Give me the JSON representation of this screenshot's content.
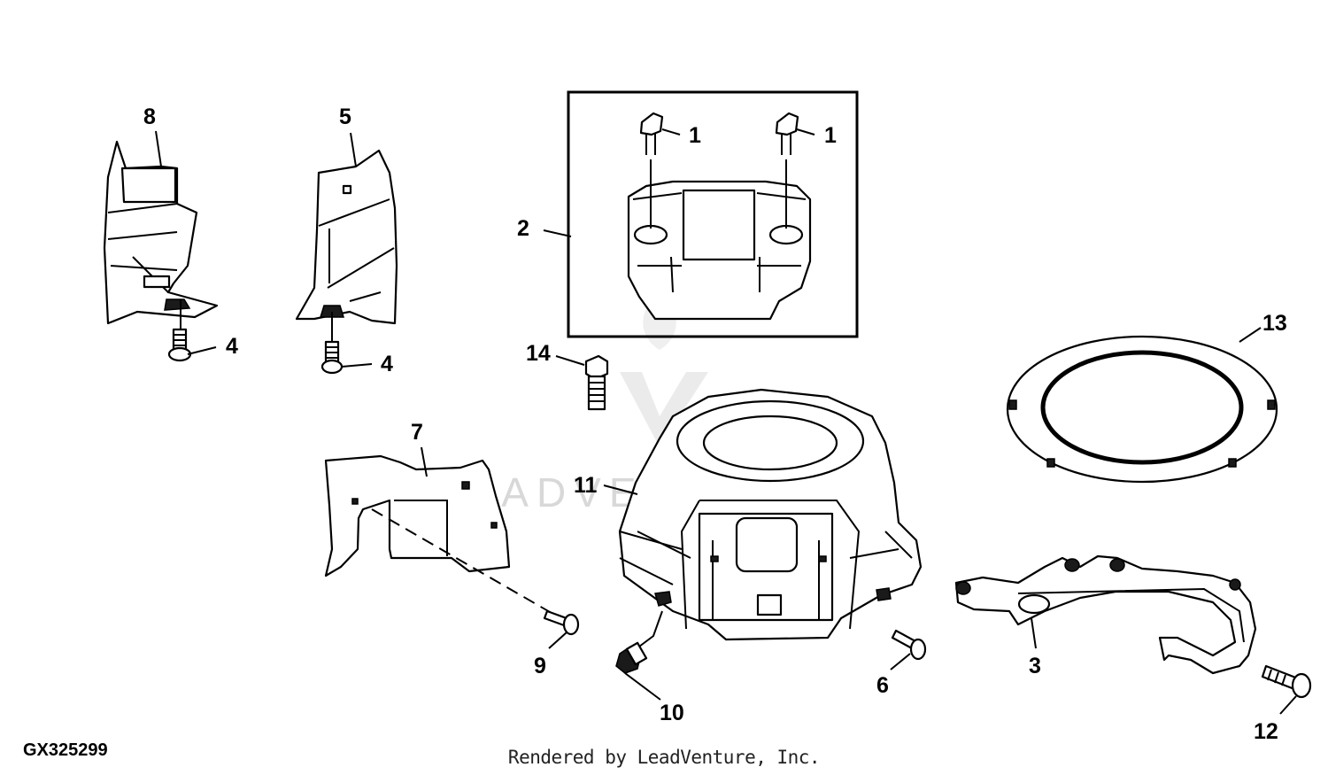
{
  "figure_id": "GX325299",
  "credit": "Rendered by LeadVenture, Inc.",
  "watermark": "LEADVENTURE",
  "callouts": {
    "c1a": "1",
    "c1b": "1",
    "c2": "2",
    "c3": "3",
    "c4a": "4",
    "c4b": "4",
    "c5": "5",
    "c6": "6",
    "c7": "7",
    "c8": "8",
    "c9": "9",
    "c10": "10",
    "c11": "11",
    "c12": "12",
    "c13": "13",
    "c14": "14"
  }
}
